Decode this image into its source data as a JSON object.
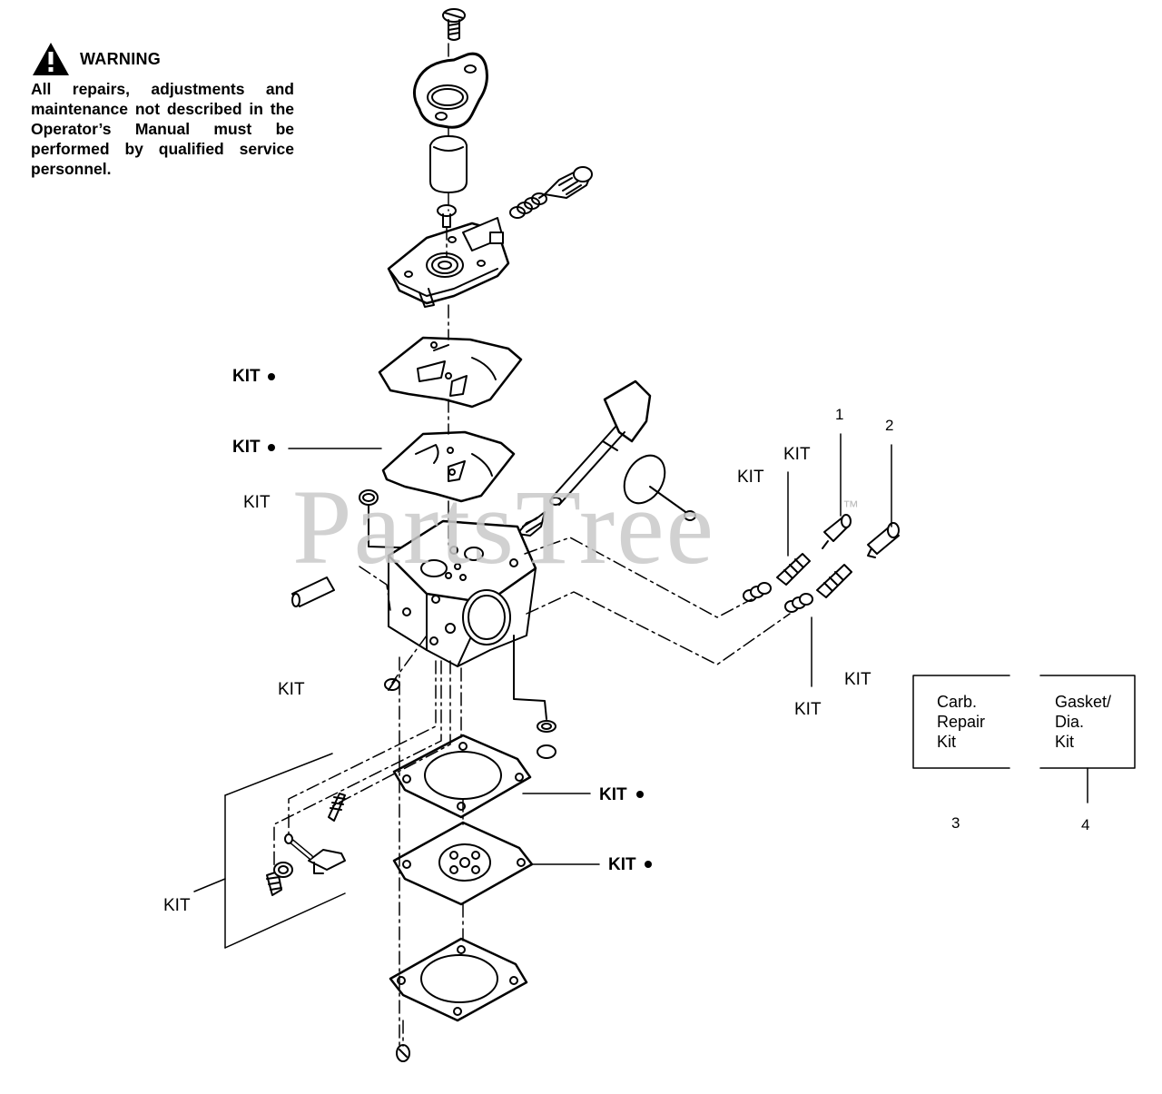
{
  "warning": {
    "title": "WARNING",
    "text": "All repairs, adjustments and maintenance not described in the Operator’s Manual must be performed by qualified service personnel."
  },
  "watermark": {
    "text": "PartsTree",
    "mark": "™"
  },
  "labels": {
    "kit_upper_gasket": "KIT",
    "kit_pump_diaphragm": "KIT",
    "kit_inlet_screen": "KIT",
    "kit_needle_seat": "KIT",
    "kit_linkage_set": "KIT",
    "kit_metering_diaphragm": "KIT",
    "kit_metering_gasket": "KIT",
    "kit_spring_a": "KIT",
    "kit_spring_b": "KIT",
    "kit_adj_screw_a": "KIT",
    "kit_adj_screw_b": "KIT",
    "callout_1": "1",
    "callout_2": "2"
  },
  "legend": {
    "box_left": {
      "line1": "Carb.",
      "line2": "Repair",
      "line3": "Kit",
      "number": "3"
    },
    "box_right": {
      "line1": "Gasket/",
      "line2": "Dia.",
      "line3": "Kit",
      "number": "4"
    }
  },
  "colors": {
    "ink": "#000000",
    "watermark": "#c9c9c9"
  }
}
